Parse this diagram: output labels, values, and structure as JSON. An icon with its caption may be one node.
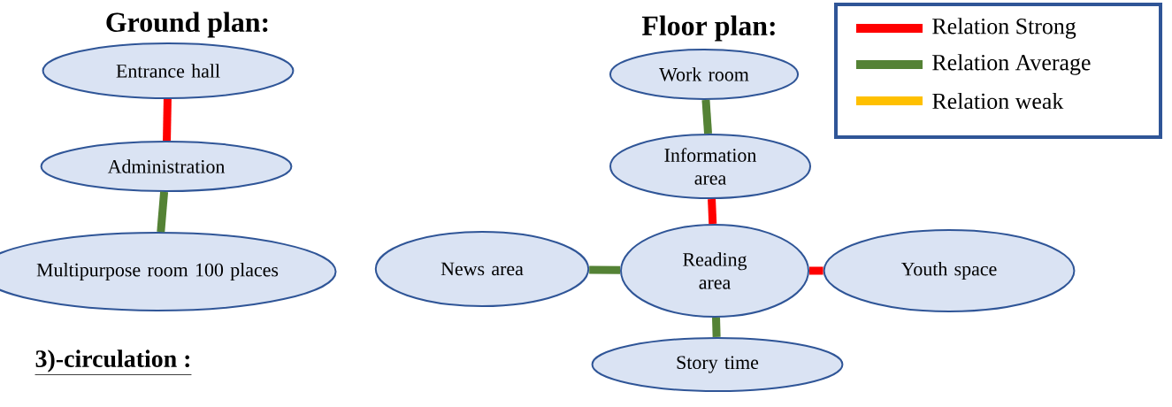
{
  "diagram": {
    "nodes": [
      {
        "text": [
          "Entrance hall"
        ]
      },
      {
        "text": [
          "Administration"
        ]
      },
      {
        "text": [
          "Multipurpose room 100 places"
        ]
      },
      {
        "text": [
          "Work room"
        ]
      },
      {
        "text": [
          "Information area"
        ]
      },
      {
        "text": [
          "News area"
        ]
      },
      {
        "text": [
          "Reading area"
        ]
      },
      {
        "text": [
          "Youth space"
        ]
      },
      {
        "text": [
          "Story time"
        ]
      }
    ],
    "edges": [
      {
        "from": 0,
        "to": 1,
        "arrow": "none",
        "color": "#ff0000"
      },
      {
        "from": 1,
        "to": 2,
        "arrow": "none",
        "color": "#548235"
      },
      {
        "from": 3,
        "to": 4,
        "arrow": "none",
        "color": "#548235"
      },
      {
        "from": 4,
        "to": 6,
        "arrow": "none",
        "color": "#ff0000"
      },
      {
        "from": 5,
        "to": 6,
        "arrow": "none",
        "color": "#548235"
      },
      {
        "from": 6,
        "to": 7,
        "arrow": "none",
        "color": "#ff0000"
      },
      {
        "from": 6,
        "to": 8,
        "arrow": "none",
        "color": "#548235"
      }
    ],
    "labels": [
      "Ground plan:",
      "Floor plan:",
      "3)-circulation :"
    ],
    "legend": [
      {
        "text": "Relation Strong",
        "color": "#ff0000"
      },
      {
        "text": "Relation Average",
        "color": "#548235"
      },
      {
        "text": "Relation weak",
        "color": "#ffc000"
      }
    ]
  }
}
